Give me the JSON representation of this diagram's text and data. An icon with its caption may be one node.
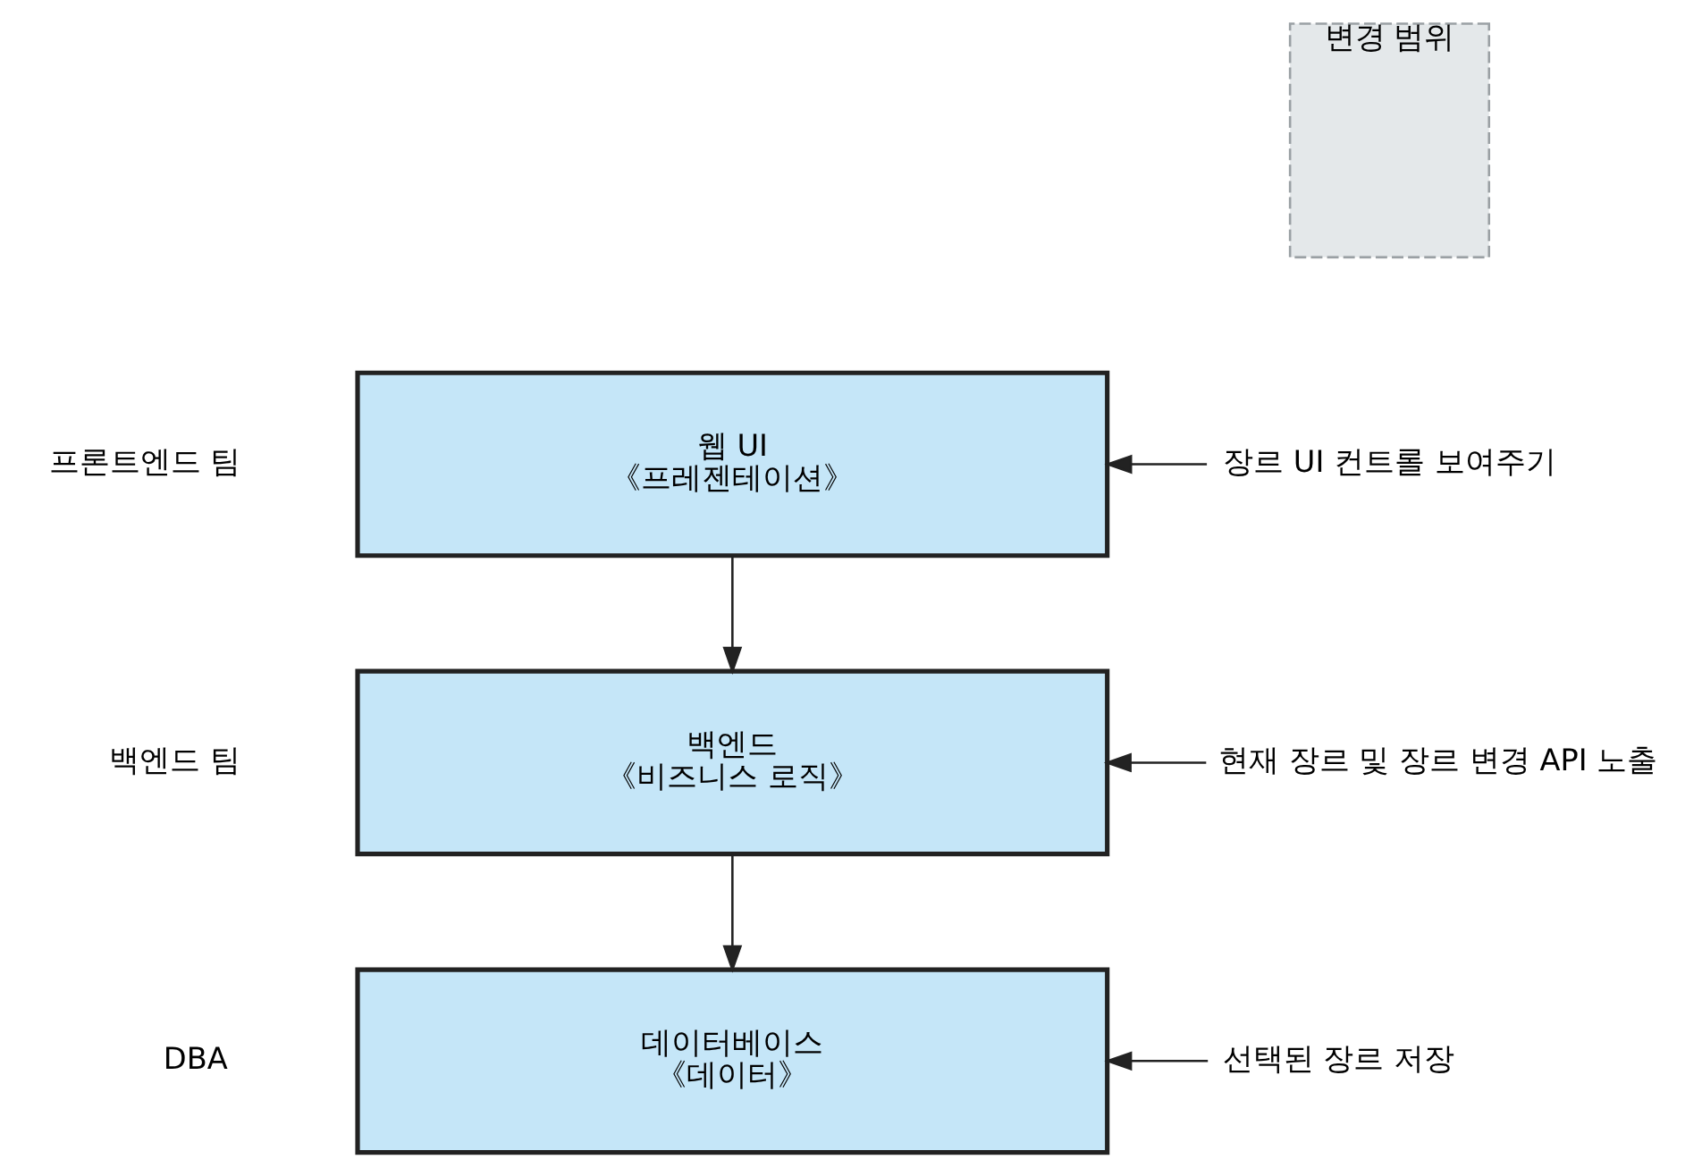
{
  "diagram": {
    "nodes": [
      {
        "text": [
          "변경 범위"
        ]
      },
      {
        "text": [
          "웹 UI",
          "《프레젠테이션》"
        ]
      },
      {
        "text": [
          "장르 UI 컨트롤 보여주기"
        ]
      },
      {
        "text": [
          "백엔드",
          "《비즈니스 로직》"
        ]
      },
      {
        "text": [
          "현재 장르 및 장르 변경 API 노출"
        ]
      },
      {
        "text": [
          "데이터베이스",
          "《데이터》"
        ]
      },
      {
        "text": [
          "선택된 장르 저장"
        ]
      }
    ],
    "edges": [
      {
        "from": 1,
        "to": 3,
        "arrow": "to"
      },
      {
        "from": 3,
        "to": 5,
        "arrow": "to"
      },
      {
        "from": 2,
        "to": 1,
        "arrow": "to"
      },
      {
        "from": 4,
        "to": 3,
        "arrow": "to"
      },
      {
        "from": 6,
        "to": 5,
        "arrow": "to"
      }
    ],
    "labels": [
      "프론트엔드 팀",
      "백엔드 팀",
      "DBA"
    ]
  }
}
